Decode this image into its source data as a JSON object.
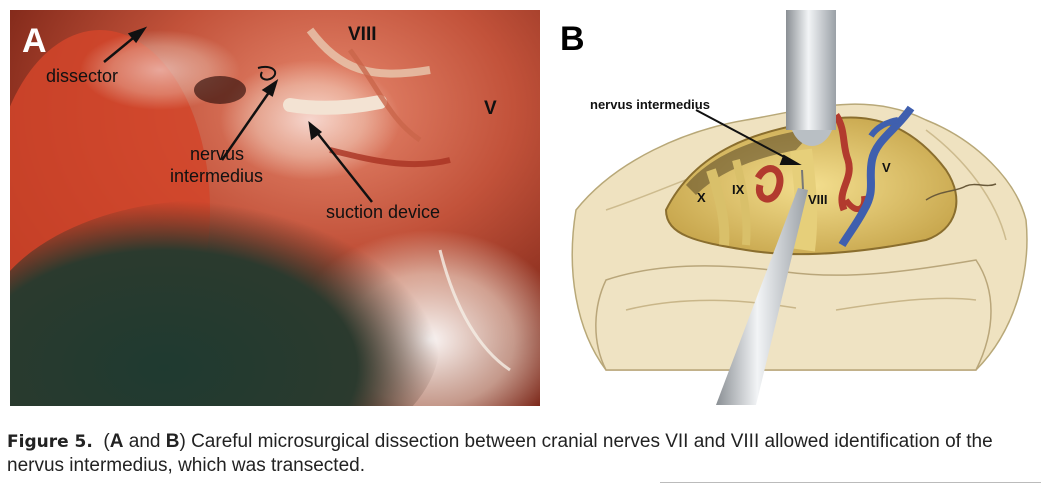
{
  "panel_a": {
    "letter": "A",
    "labels": {
      "dissector": "dissector",
      "viii": "VIII",
      "v": "V",
      "nervus_line1": "nervus",
      "nervus_line2": "intermedius",
      "suction": "suction device"
    }
  },
  "panel_b": {
    "letter": "B",
    "labels": {
      "nervus": "nervus intermedius",
      "x": "X",
      "ix": "IX",
      "viii": "VIII",
      "v": "V"
    }
  },
  "caption": {
    "figure_label": "Figure 5.",
    "open": "(",
    "a": "A",
    "and": " and ",
    "b": "B",
    "text": ") Careful microsurgical dissection between cranial nerves VII and VIII allowed identification of the nervus intermedius, which was transected."
  },
  "colors": {
    "tissue_red": "#b8402a",
    "nerve_yellow": "#efd98a",
    "artery_red": "#b23a2e",
    "vein_blue": "#3f5fae"
  }
}
